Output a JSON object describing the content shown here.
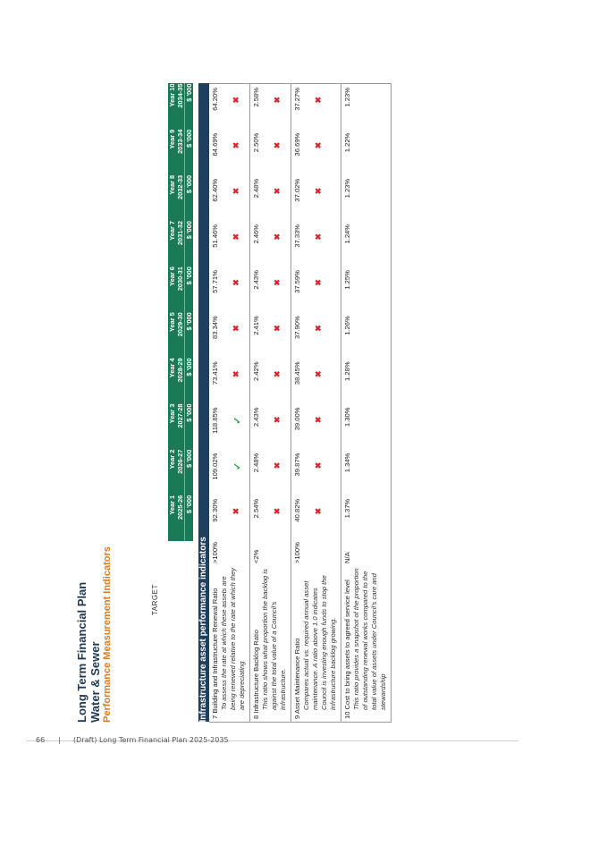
{
  "header": {
    "title_line1": "Long Term Financial Plan",
    "title_line2": "Water & Sewer",
    "subtitle": "Performance Measurement Indicators",
    "target_label": "TARGET"
  },
  "years": [
    {
      "year": "Year 1",
      "period": "2025-26",
      "unit": "$ '000"
    },
    {
      "year": "Year 2",
      "period": "2026-27",
      "unit": "$ '000"
    },
    {
      "year": "Year 3",
      "period": "2027-28",
      "unit": "$ '000"
    },
    {
      "year": "Year 4",
      "period": "2028-29",
      "unit": "$ '000"
    },
    {
      "year": "Year 5",
      "period": "2029-30",
      "unit": "$ '000"
    },
    {
      "year": "Year 6",
      "period": "2030-31",
      "unit": "$ '000"
    },
    {
      "year": "Year 7",
      "period": "2031-32",
      "unit": "$ '000"
    },
    {
      "year": "Year 8",
      "period": "2032-33",
      "unit": "$ '000"
    },
    {
      "year": "Year 9",
      "period": "2033-34",
      "unit": "$ '000"
    },
    {
      "year": "Year 10",
      "period": "2034-35",
      "unit": "$ '000"
    }
  ],
  "section_title": "Infrastructure asset performance indicators",
  "rows": [
    {
      "name": "7 Building and Infrastructure Renewal Ratio",
      "explanation": "To assess the rate at which these assets are being renewed relative to the rate at which they are depreciating",
      "target": ">100%",
      "values": [
        "92.30%",
        "109.02%",
        "118.85%",
        "73.41%",
        "83.34%",
        "57.71%",
        "51.46%",
        "62.40%",
        "64.69%",
        "64.20%"
      ],
      "marks": [
        "x",
        "tick",
        "tick",
        "x",
        "x",
        "x",
        "x",
        "x",
        "x",
        "x"
      ]
    },
    {
      "name": "8 Infrastructure Backlog Ratio",
      "explanation": "This ratio shows what proportion the backlog is against the total value of a Council's infrastructure.",
      "target": "<2%",
      "values": [
        "2.54%",
        "2.48%",
        "2.43%",
        "2.42%",
        "2.41%",
        "2.43%",
        "2.46%",
        "2.48%",
        "2.50%",
        "2.58%"
      ],
      "marks": [
        "x",
        "x",
        "x",
        "x",
        "x",
        "x",
        "x",
        "x",
        "x",
        "x"
      ]
    },
    {
      "name": "9 Asset Maintenance Ratio",
      "explanation": "Compares actual vs. required annual asset maintenance. A ratio above 1.0 indicates Council is investing enough funds to stop the infrastructure backlog growing.",
      "target": ">100%",
      "values": [
        "40.82%",
        "39.87%",
        "39.00%",
        "38.45%",
        "37.90%",
        "37.59%",
        "37.33%",
        "37.02%",
        "36.69%",
        "37.27%"
      ],
      "marks": [
        "x",
        "x",
        "x",
        "x",
        "x",
        "x",
        "x",
        "x",
        "x",
        "x"
      ]
    },
    {
      "name": "10 Cost to bring assets to agreed service level",
      "explanation": "This ratio provides a snapshot of the proportion of outstanding renewal works compared to the total value of assets under Council's care and stewardship",
      "target": "N/A",
      "values": [
        "1.37%",
        "1.34%",
        "1.30%",
        "1.28%",
        "1.26%",
        "1.25%",
        "1.24%",
        "1.23%",
        "1.22%",
        "1.23%"
      ],
      "marks": [
        "",
        "",
        "",
        "",
        "",
        "",
        "",
        "",
        "",
        ""
      ]
    }
  ],
  "footer": {
    "page_number": "66",
    "separator": "|",
    "document": "(Draft) Long Term Financial Plan 2025-2035"
  },
  "colors": {
    "header_green": "#1a7a55",
    "section_navy": "#1f3f5e",
    "title_navy": "#203a55",
    "subtitle_orange": "#e07a1f",
    "cross_red": "#d9262c",
    "tick_green": "#3aa04a"
  }
}
